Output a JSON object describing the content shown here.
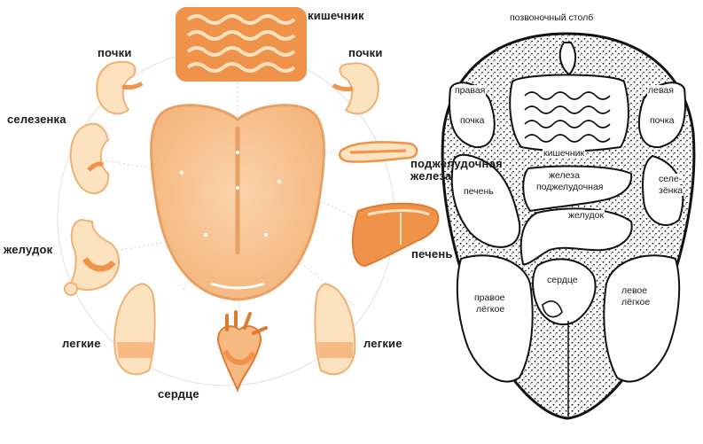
{
  "left_diagram": {
    "labels": {
      "intestine": "кишечник",
      "kidneys_left": "почки",
      "kidneys_right": "почки",
      "spleen": "селезенка",
      "pancreas_line1": "поджелудочная",
      "pancreas_line2": "железа",
      "stomach": "желудок",
      "liver": "печень",
      "lungs_left": "легкие",
      "lungs_right": "легкие",
      "heart": "сердце"
    }
  },
  "right_diagram": {
    "labels": {
      "spine": "позвоночный столб",
      "right_kidney_line1": "правая",
      "right_kidney_line2": "почка",
      "left_kidney_line1": "левая",
      "left_kidney_line2": "почка",
      "intestine": "кишечник",
      "liver": "печень",
      "pancreas_line1": "железа",
      "pancreas_line2": "поджелудочная",
      "spleen_line1": "селе-",
      "spleen_line2": "зёнка",
      "stomach": "желудок",
      "heart": "сердце",
      "right_lung_line1": "правое",
      "right_lung_line2": "лёгкое",
      "left_lung_line1": "левое",
      "left_lung_line2": "лёгкое"
    }
  },
  "colors": {
    "organ_orange": "#f0934a",
    "organ_light": "#fde2bf",
    "tongue_fill": "#f9c99a",
    "tongue_outline": "#e8a065",
    "speckle_fill": "#ffffff",
    "outline_dark": "#111111"
  }
}
